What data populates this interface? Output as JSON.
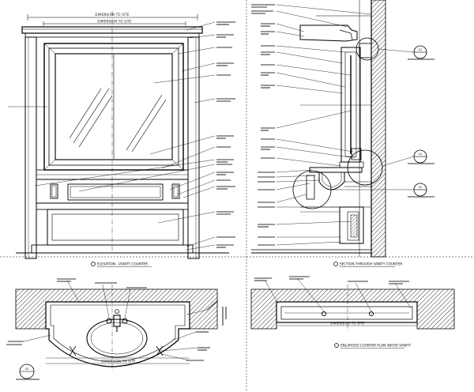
{
  "drawing": {
    "views": [
      {
        "id": "vanity-elevation",
        "title": "ELEVATION - VANITY COUNTER"
      },
      {
        "id": "vanity-section",
        "title": "SECTION THROUGH VANITY COUNTER"
      },
      {
        "id": "counter-plan",
        "title": ""
      },
      {
        "id": "counter-plan-vanity",
        "title": "ENLARGED COUNTER PLAN ABOVE VANITY"
      }
    ],
    "section_tags": [
      {
        "id": "tag-top",
        "number": "01"
      },
      {
        "id": "tag-mid",
        "number": "01"
      },
      {
        "id": "tag-low",
        "number": "02"
      },
      {
        "id": "tag-plan",
        "number": "02"
      }
    ],
    "dimensions": {
      "elevation_overall": "DIMENSION TO SITE",
      "elevation_inner": "DIMENSION TO SITE",
      "plan_width": "DIMENSION TO SITE",
      "plan_vanity_width": "DIMENSION TO SITE"
    }
  }
}
